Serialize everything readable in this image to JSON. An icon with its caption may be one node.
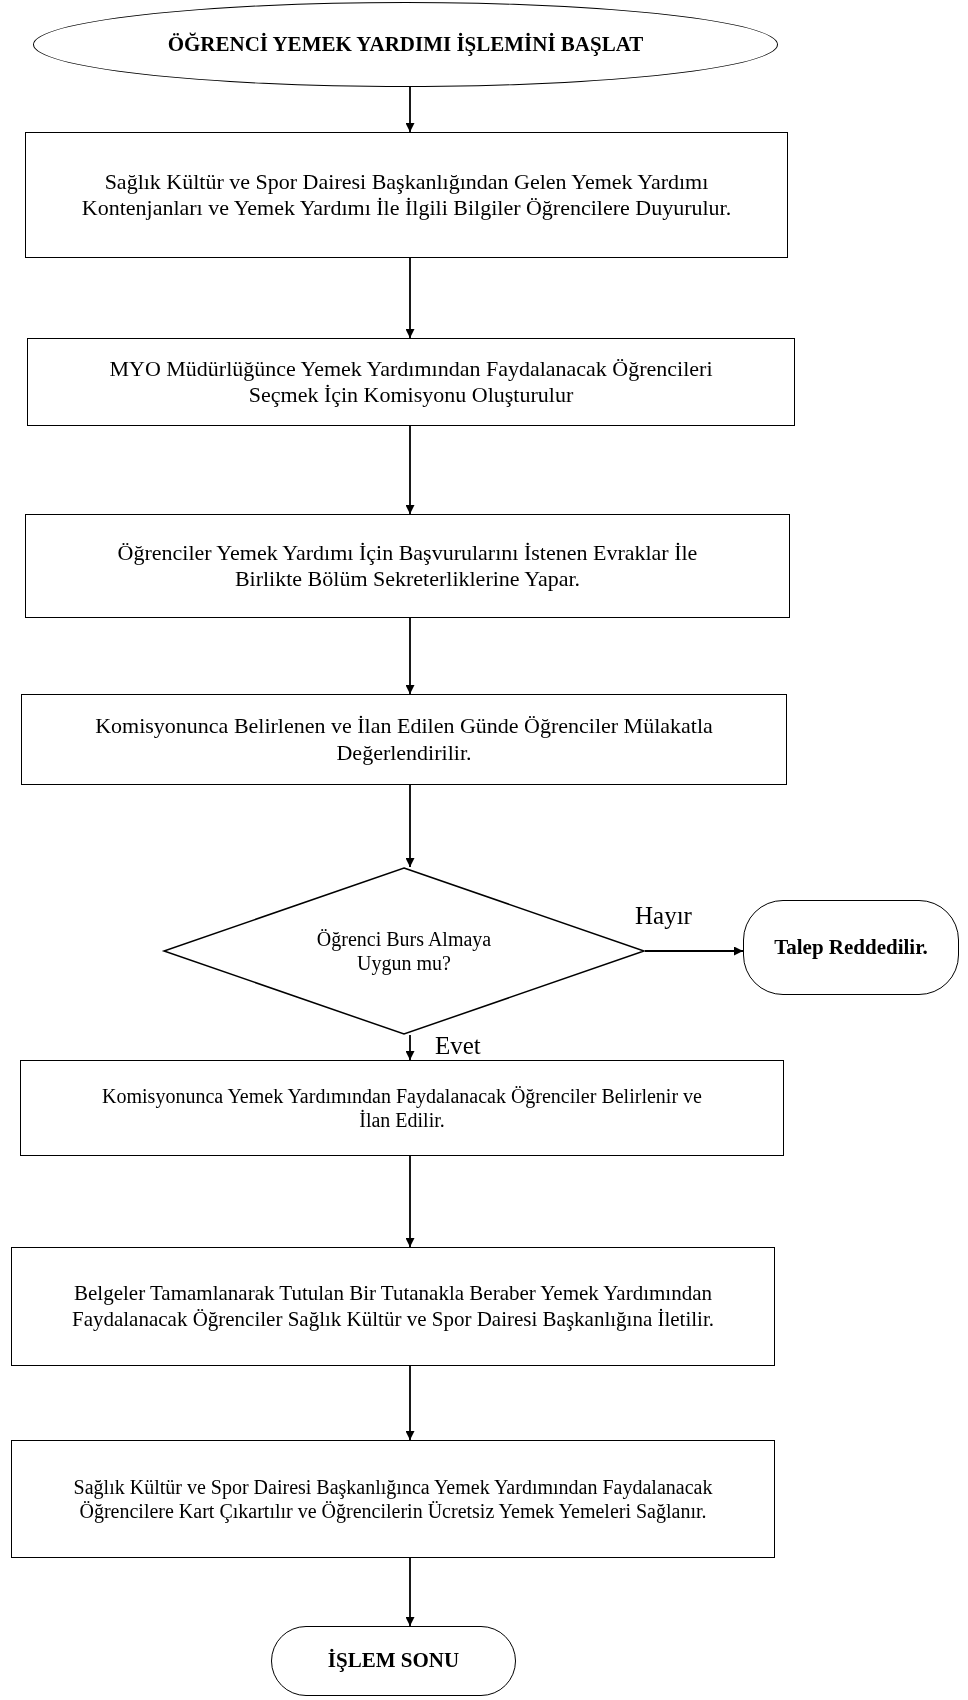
{
  "diagram": {
    "nodes": [
      {
        "text": [
          "ÖĞRENCİ YEMEK YARDIMI İŞLEMİNİ BAŞLAT"
        ]
      },
      {
        "text": [
          "Sağlık Kültür ve Spor Dairesi Başkanlığından Gelen Yemek Yardımı Kontenjanları ve Yemek Yardımı İle İlgili Bilgiler Öğrencilere Duyurulur."
        ]
      },
      {
        "text": [
          "MYO Müdürlüğünce Yemek Yardımından Faydalanacak Öğrencileri Seçmek İçin Komisyonu Oluşturulur"
        ]
      },
      {
        "text": [
          "Öğrenciler Yemek Yardımı İçin Başvurularını İstenen Evraklar İle Birlikte Bölüm Sekreterliklerine Yapar."
        ]
      },
      {
        "text": [
          "Komisyonunca Belirlenen ve İlan Edilen Günde Öğrenciler Mülakatla Değerlendirilir."
        ]
      },
      {
        "text": [
          "Öğrenci Burs Almaya Uygun mu?"
        ]
      },
      {
        "text": [
          "Talep Reddedilir."
        ]
      },
      {
        "text": [
          "Komisyonunca Yemek Yardımından Faydalanacak Öğrenciler Belirlenir ve İlan Edilir."
        ]
      },
      {
        "text": [
          "Belgeler Tamamlanarak Tutulan Bir Tutanakla Beraber Yemek Yardımından Faydalanacak Öğrenciler Sağlık Kültür ve Spor Dairesi Başkanlığına İletilir."
        ]
      },
      {
        "text": [
          "Sağlık Kültür ve Spor Dairesi Başkanlığınca Yemek Yardımından Faydalanacak Öğrencilere Kart Çıkartılır ve Öğrencilerin Ücretsiz Yemek Yemeleri Sağlanır."
        ]
      },
      {
        "text": [
          "İŞLEM SONU"
        ]
      }
    ],
    "edges": [
      {
        "from": 0,
        "to": 1,
        "arrow": "to"
      },
      {
        "from": 1,
        "to": 2,
        "arrow": "to"
      },
      {
        "from": 2,
        "to": 3,
        "arrow": "to"
      },
      {
        "from": 3,
        "to": 4,
        "arrow": "to"
      },
      {
        "from": 4,
        "to": 5,
        "arrow": "to"
      },
      {
        "from": 5,
        "to": 6,
        "arrow": "to",
        "label": "Hayır"
      },
      {
        "from": 5,
        "to": 7,
        "arrow": "to",
        "label": "Evet"
      },
      {
        "from": 7,
        "to": 8,
        "arrow": "to"
      },
      {
        "from": 8,
        "to": 9,
        "arrow": "to"
      },
      {
        "from": 9,
        "to": 10,
        "arrow": "to"
      }
    ]
  }
}
